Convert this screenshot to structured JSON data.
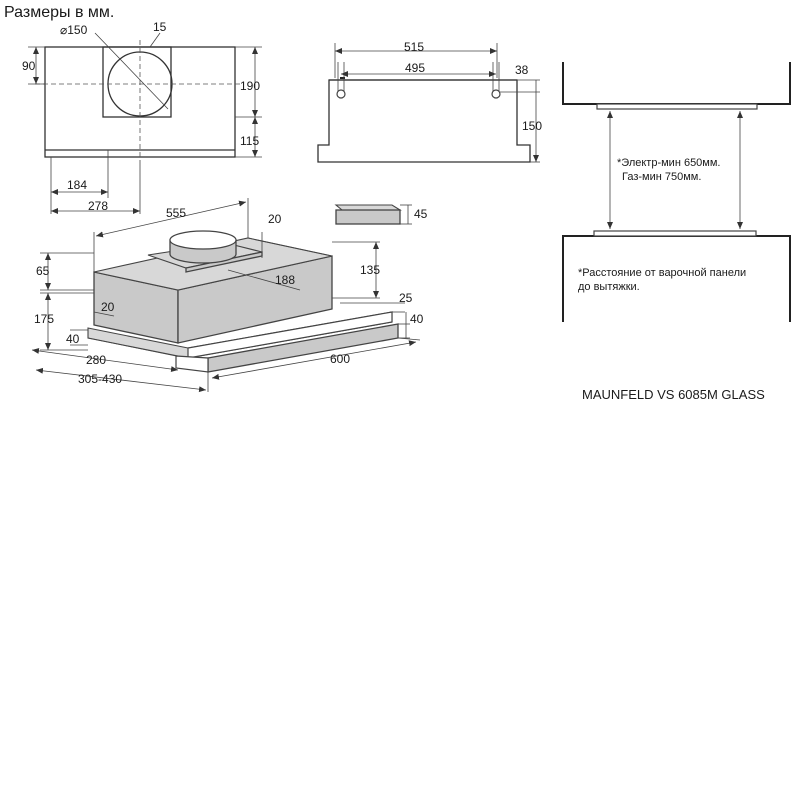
{
  "header": {
    "title": "Размеры в мм."
  },
  "top_view": {
    "dim_diameter": "⌀150",
    "dim_15": "15",
    "dim_90": "90",
    "dim_190": "190",
    "dim_115": "115",
    "dim_184": "184",
    "dim_278": "278"
  },
  "front_view": {
    "dim_515": "515",
    "dim_495": "495",
    "dim_38": "38",
    "dim_150": "150"
  },
  "iso_view": {
    "dim_555": "555",
    "dim_20_top": "20",
    "dim_45": "45",
    "dim_65": "65",
    "dim_135": "135",
    "dim_188": "188",
    "dim_25": "25",
    "dim_20_left": "20",
    "dim_175": "175",
    "dim_40_left": "40",
    "dim_40_right": "40",
    "dim_280": "280",
    "dim_305_430": "305-430",
    "dim_600": "600"
  },
  "install_view": {
    "note_line1": "*Электр-мин 650мм.",
    "note_line2": "Газ-мин 750мм.",
    "footnote_line1": "*Расстояние от варочной панели",
    "footnote_line2": "до вытяжки."
  },
  "model": {
    "name": "MAUNFELD VS 6085M GLASS"
  },
  "colors": {
    "body_fill": "#c9c9c9",
    "line": "#333333",
    "background": "#ffffff"
  }
}
